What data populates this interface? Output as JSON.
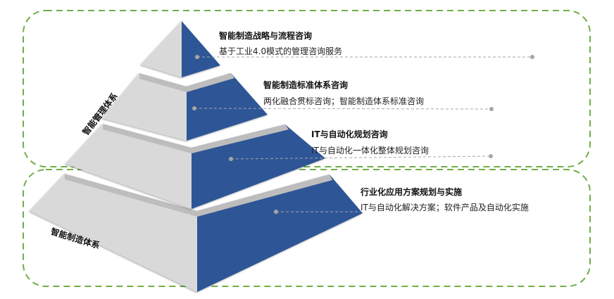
{
  "colors": {
    "blue_face": "#2E5696",
    "light_face": "#D9D9D9",
    "ledge": "#BDBDBD",
    "dashed_border": "#70AD47",
    "leader_line": "#A6A6A6"
  },
  "groups": [
    {
      "label": "智能管理体系"
    },
    {
      "label": "智能制造体系"
    }
  ],
  "tiers": [
    {
      "title": "智能制造战略与流程咨询",
      "description": "基于工业4.0模式的管理咨询服务"
    },
    {
      "title": "智能制造标准体系咨询",
      "description": "两化融合贯标咨询；智能制造体系标准咨询"
    },
    {
      "title": "IT与自动化规划咨询",
      "description": "IT与自动化一体化整体规划咨询"
    },
    {
      "title": "行业化应用方案规划与实施",
      "description": "IT与自动化解决方案；软件产品及自动化实施"
    }
  ]
}
